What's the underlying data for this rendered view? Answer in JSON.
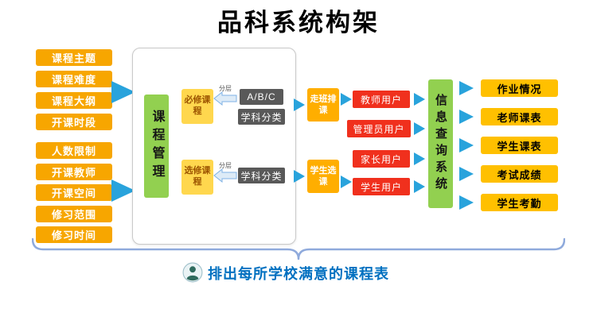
{
  "title": "品科系统构架",
  "colors": {
    "input_orange": "#F7A600",
    "output_yellow": "#FFC000",
    "user_red": "#F0301D",
    "system_green": "#92D050",
    "arrow_blue": "#29A3DC",
    "dark_gray": "#595959",
    "footer_blue": "#0070C0",
    "brace_blue": "#8FAADC"
  },
  "left_inputs": {
    "group1": [
      "课程主题",
      "课程难度",
      "课程大纲",
      "开课时段"
    ],
    "group2": [
      "人数限制",
      "开课教师",
      "开课空间",
      "修习范围",
      "修习时间"
    ]
  },
  "center": {
    "management": "课程管理",
    "required": "必修课程",
    "elective": "选修课程",
    "layer_label": "分层",
    "abc": "A/B/C",
    "subject": "学科分类"
  },
  "scheduling": {
    "walk": "走班排课",
    "select": "学生选课"
  },
  "users": [
    "教师用户",
    "管理员用户",
    "家长用户",
    "学生用户"
  ],
  "query_system": "信息查询系统",
  "outputs": [
    "作业情况",
    "老师课表",
    "学生课表",
    "考试成绩",
    "学生考勤"
  ],
  "footer": "排出每所学校满意的课程表"
}
